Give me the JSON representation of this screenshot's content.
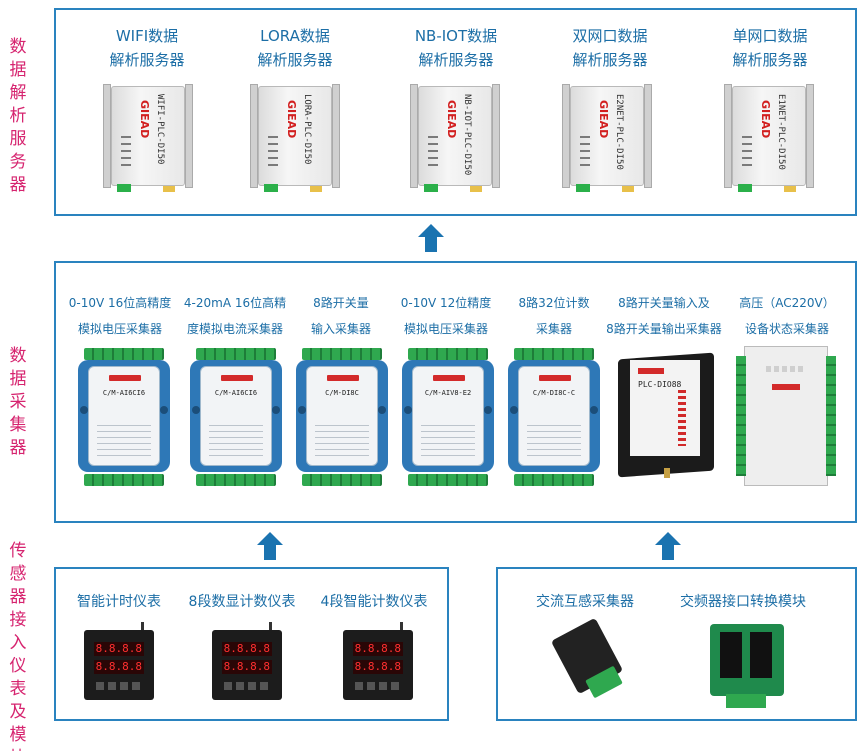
{
  "side_labels": {
    "servers": "数据解析服务器",
    "collectors": "数据采集器",
    "sensors": "传感器接入仪表及模块"
  },
  "servers": [
    {
      "line1": "WIFI数据",
      "line2": "解析服务器",
      "model": "WIFI-PLC-DI50"
    },
    {
      "line1": "LORA数据",
      "line2": "解析服务器",
      "model": "LORA-PLC-DI50"
    },
    {
      "line1": "NB-IOT数据",
      "line2": "解析服务器",
      "model": "NB-IOT-PLC-DI50"
    },
    {
      "line1": "双网口数据",
      "line2": "解析服务器",
      "model": "E2NET-PLC-DI50"
    },
    {
      "line1": "单网口数据",
      "line2": "解析服务器",
      "model": "E1NET-PLC-DI50"
    }
  ],
  "server_brand": "GIEAD",
  "collectors": [
    {
      "line1": "0-10V 16位高精度",
      "line2": "模拟电压采集器",
      "model": "C/M-AI6CI6"
    },
    {
      "line1": "4-20mA 16位高精",
      "line2": "度模拟电流采集器",
      "model": "C/M-AI6CI6"
    },
    {
      "line1": "8路开关量",
      "line2": "输入采集器",
      "model": "C/M-DI8C"
    },
    {
      "line1": "0-10V 12位精度",
      "line2": "模拟电压采集器",
      "model": "C/M-AIV8-E2"
    },
    {
      "line1": "8路32位计数",
      "line2": "采集器",
      "model": "C/M-DI8C-C"
    },
    {
      "line1": "8路开关量输入及",
      "line2": "8路开关量输出采集器",
      "model": "PLC-DIO88"
    },
    {
      "line1": "高压（AC220V）",
      "line2": "设备状态采集器",
      "model": ""
    }
  ],
  "meters": [
    {
      "label": "智能计时仪表",
      "r1": "8.8.8.8",
      "r2": "8.8.8.8"
    },
    {
      "label": "8段数显计数仪表",
      "r1": "8.8.8.8",
      "r2": "8.8.8.8"
    },
    {
      "label": "4段智能计数仪表",
      "r1": "8.8.8.8",
      "r2": "8.8.8.8"
    }
  ],
  "modules": [
    {
      "label": "交流互感采集器"
    },
    {
      "label": "交频器接口转换模块"
    }
  ],
  "colors": {
    "panel_border": "#2a83bf",
    "caption_text": "#1c6ea6",
    "side_label": "#d6246f",
    "arrow": "#1a73b0"
  }
}
